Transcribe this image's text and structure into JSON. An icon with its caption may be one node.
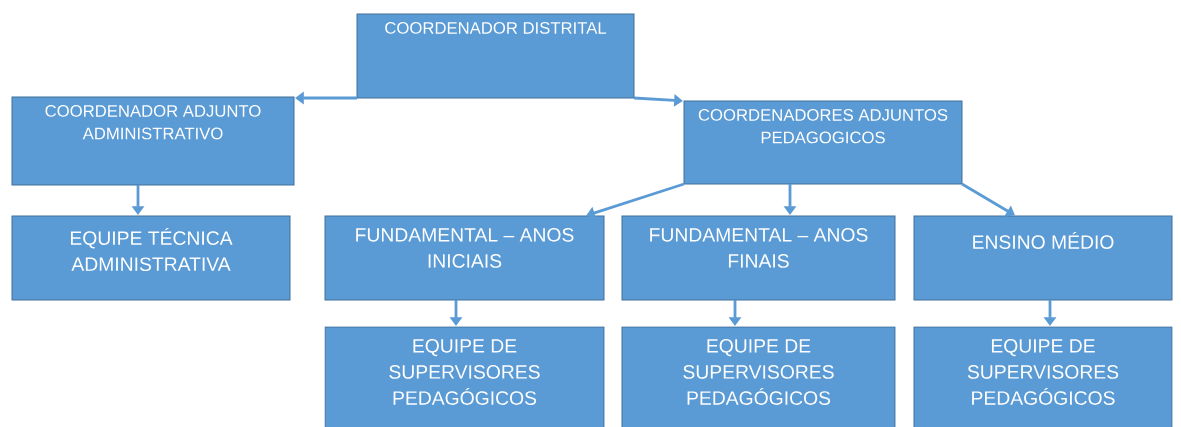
{
  "diagram": {
    "nodes": [
      {
        "text": [
          "COORDENADOR DISTRITAL"
        ]
      },
      {
        "text": [
          "COORDENADOR ADJUNTO ADMINISTRATIVO"
        ]
      },
      {
        "text": [
          "COORDENADORES ADJUNTOS PEDAGOGICOS"
        ]
      },
      {
        "text": [
          "EQUIPE TÉCNICA ADMINISTRATIVA"
        ]
      },
      {
        "text": [
          "FUNDAMENTAL – ANOS INICIAIS"
        ]
      },
      {
        "text": [
          "FUNDAMENTAL – ANOS FINAIS"
        ]
      },
      {
        "text": [
          "ENSINO MÉDIO"
        ]
      },
      {
        "text": [
          "EQUIPE DE SUPERVISORES PEDAGÓGICOS"
        ]
      },
      {
        "text": [
          "EQUIPE DE SUPERVISORES PEDAGÓGICOS"
        ]
      },
      {
        "text": [
          "EQUIPE DE SUPERVISORES PEDAGÓGICOS"
        ]
      }
    ],
    "edges": [
      {
        "from": 0,
        "to": 1,
        "arrow": "to"
      },
      {
        "from": 0,
        "to": 2,
        "arrow": "to"
      },
      {
        "from": 1,
        "to": 3,
        "arrow": "to"
      },
      {
        "from": 2,
        "to": 4,
        "arrow": "to"
      },
      {
        "from": 2,
        "to": 5,
        "arrow": "to"
      },
      {
        "from": 2,
        "to": 6,
        "arrow": "to"
      },
      {
        "from": 4,
        "to": 7,
        "arrow": "to"
      },
      {
        "from": 5,
        "to": 8,
        "arrow": "to"
      },
      {
        "from": 6,
        "to": 9,
        "arrow": "to"
      }
    ]
  }
}
